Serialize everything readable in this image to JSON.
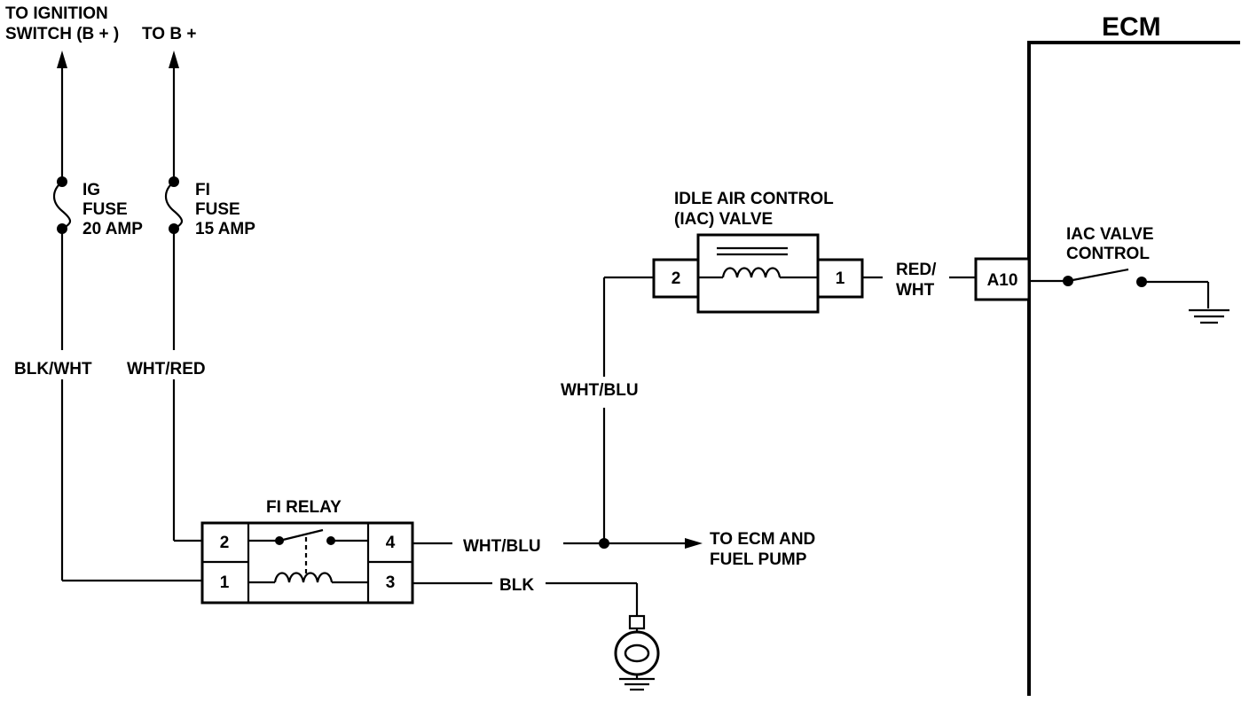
{
  "labels": {
    "to_ignition_line1": "TO IGNITION",
    "to_ignition_line2": "SWITCH (B + )",
    "to_b_plus": "TO B +",
    "ig_fuse_1": "IG",
    "ig_fuse_2": "FUSE",
    "ig_fuse_3": "20 AMP",
    "fi_fuse_1": "FI",
    "fi_fuse_2": "FUSE",
    "fi_fuse_3": "15 AMP",
    "wire_blk_wht": "BLK/WHT",
    "wire_wht_red": "WHT/RED",
    "wire_wht_blu_vertical": "WHT/BLU",
    "wire_wht_blu_relay": "WHT/BLU",
    "wire_blk": "BLK",
    "wire_red_wht_1": "RED/",
    "wire_red_wht_2": "WHT",
    "fi_relay": "FI RELAY",
    "iac_title_1": "IDLE AIR CONTROL",
    "iac_title_2": "(IAC) VALVE",
    "to_ecm_1": "TO ECM AND",
    "to_ecm_2": "FUEL PUMP",
    "ecm": "ECM",
    "iac_control_1": "IAC VALVE",
    "iac_control_2": "CONTROL"
  },
  "pins": {
    "relay_2": "2",
    "relay_1": "1",
    "relay_4": "4",
    "relay_3": "3",
    "iac_2": "2",
    "iac_1": "1",
    "ecm_a10": "A10"
  }
}
